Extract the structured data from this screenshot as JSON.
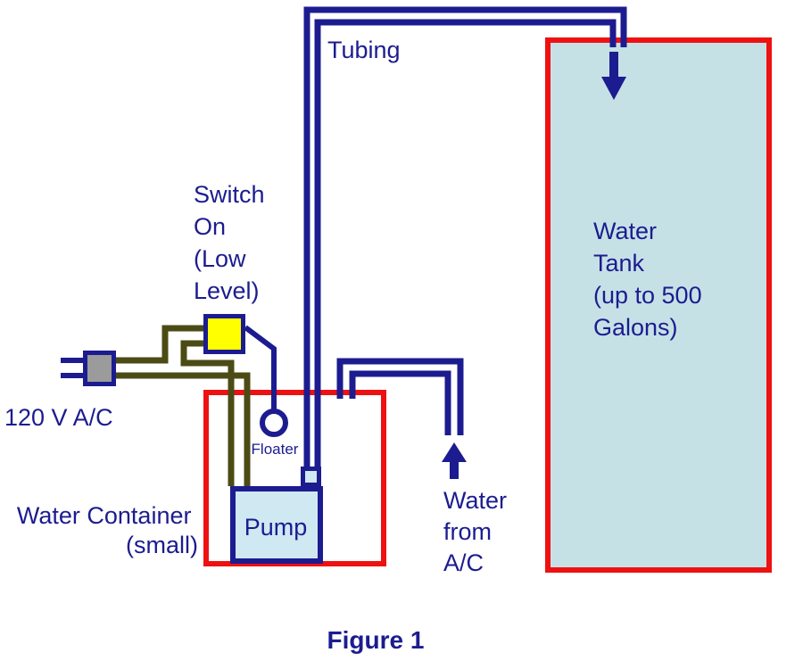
{
  "figure": {
    "caption": "Figure 1"
  },
  "labels": {
    "tubing": "Tubing",
    "water_tank": {
      "lines": [
        "Water",
        "Tank",
        "(up to 500",
        "Galons)"
      ]
    },
    "switch": {
      "lines": [
        "Switch",
        "On",
        "(Low",
        "Level)"
      ]
    },
    "power": "120 V A/C",
    "floater": "Floater",
    "pump": "Pump",
    "water_container": {
      "lines": [
        "Water Container",
        "(small)"
      ]
    },
    "water_from_ac": {
      "lines": [
        "Water",
        "from",
        "A/C"
      ]
    }
  },
  "colors": {
    "navy": "#1c1c90",
    "red": "#ee1111",
    "yellow": "#ffff00",
    "olive": "#4b4b15",
    "gray": "#9b9b9b",
    "tank_fill": "#c6e1e5",
    "pump_fill": "#cfe8f2",
    "background": "#ffffff"
  }
}
